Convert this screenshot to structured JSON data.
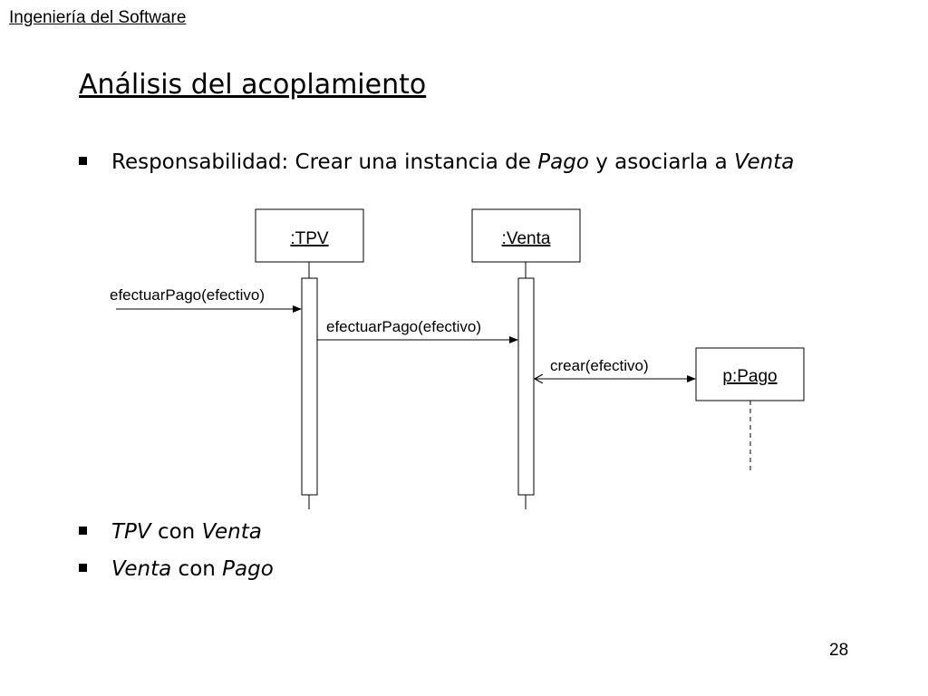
{
  "header": {
    "course": "Ingeniería del Software"
  },
  "slide": {
    "title": "Análisis del acoplamiento",
    "bullet1": {
      "text_a": "Responsabilidad: Crear una instancia de ",
      "italic_a": "Pago",
      "text_b": " y asociarla a ",
      "italic_b": "Venta"
    },
    "bullet2": {
      "italic_a": "TPV",
      "text": " con ",
      "italic_b": "Venta"
    },
    "bullet3": {
      "italic_a": "Venta",
      "text": " con ",
      "italic_b": "Pago"
    },
    "page_number": "28"
  },
  "diagram": {
    "objects": {
      "tpv": ":TPV",
      "venta": ":Venta",
      "pago": "p:Pago"
    },
    "messages": {
      "m1": "efectuarPago(efectivo)",
      "m2": "efectuarPago(efectivo)",
      "m3": "crear(efectivo)"
    }
  }
}
